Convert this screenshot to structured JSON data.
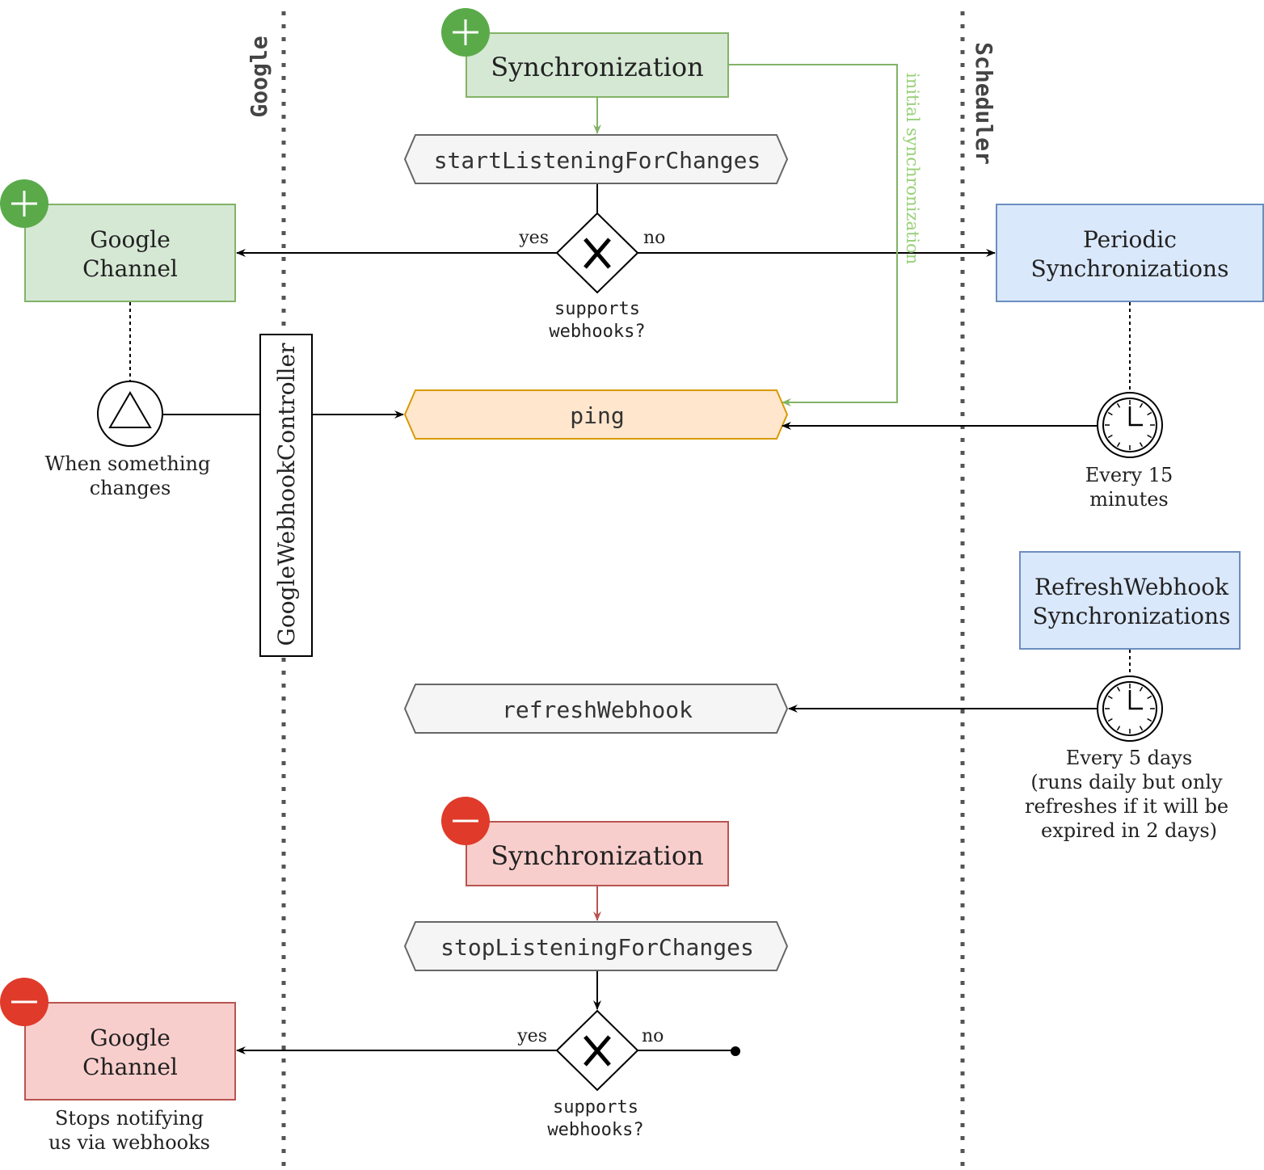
{
  "lanes": {
    "google": "Google",
    "scheduler": "Scheduler"
  },
  "start_section": {
    "synchronization": "Synchronization",
    "start_listening": "startListeningForChanges",
    "gateway_question": [
      "supports",
      "webhooks?"
    ],
    "yes_label": "yes",
    "no_label": "no",
    "google_channel": [
      "Google",
      "Channel"
    ],
    "periodic_synchronizations": [
      "Periodic",
      "Synchronizations"
    ],
    "initial_sync_label": "initial synchronization"
  },
  "webhook": {
    "trigger_caption": [
      "When something",
      "changes"
    ],
    "controller": "GoogleWebhookController",
    "ping": "ping",
    "every15_caption": [
      "Every 15",
      "minutes"
    ]
  },
  "refresh": {
    "refresh_webhook_syncs": [
      "RefreshWebhook",
      "Synchronizations"
    ],
    "refresh_webhook": "refreshWebhook",
    "every5_caption": [
      "Every 5 days",
      "(runs daily but only",
      "refreshes if it will be",
      "expired in 2 days)"
    ]
  },
  "stop_section": {
    "synchronization": "Synchronization",
    "stop_listening": "stopListeningForChanges",
    "gateway_question": [
      "supports",
      "webhooks?"
    ],
    "yes_label": "yes",
    "no_label": "no",
    "google_channel": [
      "Google",
      "Channel"
    ],
    "stops_caption": [
      "Stops notifying",
      "us via webhooks"
    ]
  },
  "colors": {
    "green_fill": "#d5e8d4",
    "green_stroke": "#82b366",
    "green_badge": "#5aaa4a",
    "red_fill": "#f8cecc",
    "red_stroke": "#b85450",
    "red_badge": "#e03a2a",
    "blue_fill": "#dae8fc",
    "blue_stroke": "#6c8ebf",
    "orange_fill": "#ffe6cc",
    "orange_stroke": "#d79b00",
    "gray_fill": "#f5f5f5",
    "gray_stroke": "#666666",
    "sync_label_color": "#97d077"
  }
}
